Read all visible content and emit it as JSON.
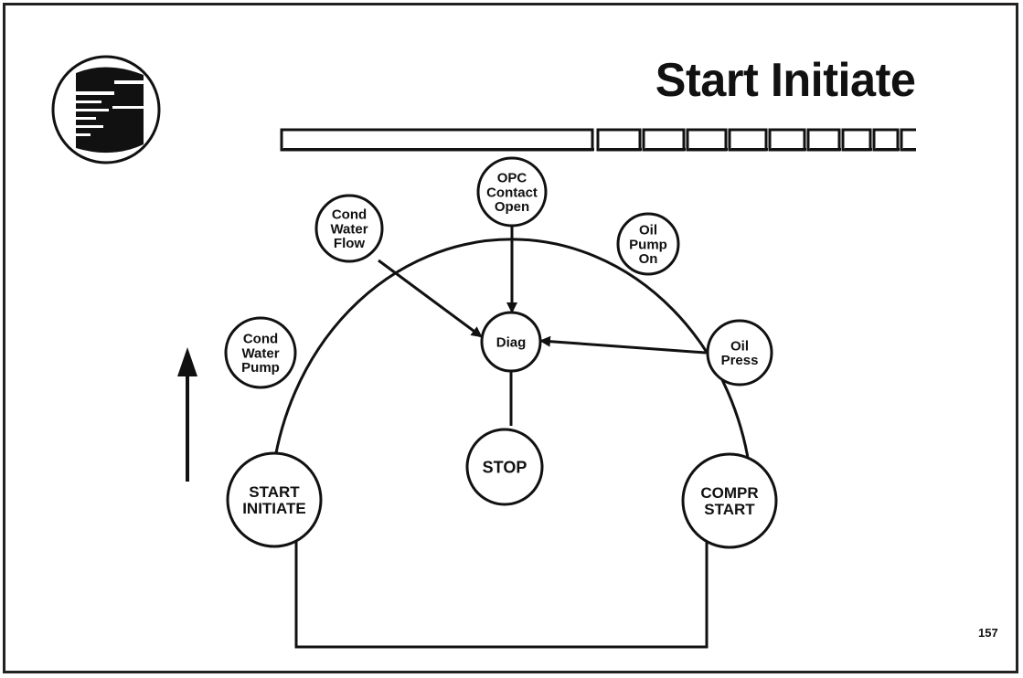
{
  "slide": {
    "title": "Start Initiate",
    "page_number": "157"
  },
  "progress": {
    "completed_fraction": 0.5,
    "segment_count": 12
  },
  "nodes": {
    "cond_water_flow": [
      "Cond",
      "Water",
      "Flow"
    ],
    "opc_contact_open": [
      "OPC",
      "Contact",
      "Open"
    ],
    "oil_pump_on": [
      "Oil",
      "Pump",
      "On"
    ],
    "cond_water_pump": [
      "Cond",
      "Water",
      "Pump"
    ],
    "diag": [
      "Diag"
    ],
    "oil_press": [
      "Oil",
      "Press"
    ],
    "start_initiate": [
      "START",
      "INITIATE"
    ],
    "stop": [
      "STOP"
    ],
    "compr_start": [
      "COMPR",
      "START"
    ]
  },
  "colors": {
    "ink": "#111111",
    "background": "#ffffff"
  }
}
